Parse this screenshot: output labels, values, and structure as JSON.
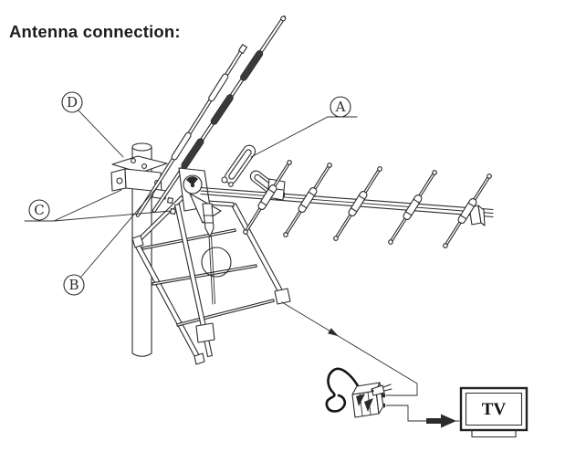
{
  "title": "Antenna connection:",
  "diagram": {
    "callouts": {
      "a": "A",
      "b": "B",
      "c": "C",
      "d": "D"
    },
    "tv_label": "TV"
  },
  "colors": {
    "ink": "#2b2b2b",
    "background": "#ffffff"
  }
}
